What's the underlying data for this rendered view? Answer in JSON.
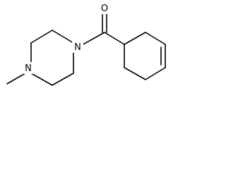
{
  "molecule": {
    "atoms": {
      "oxygen": "O",
      "nitrogen_amide": "N",
      "nitrogen_methyl": "N"
    }
  }
}
